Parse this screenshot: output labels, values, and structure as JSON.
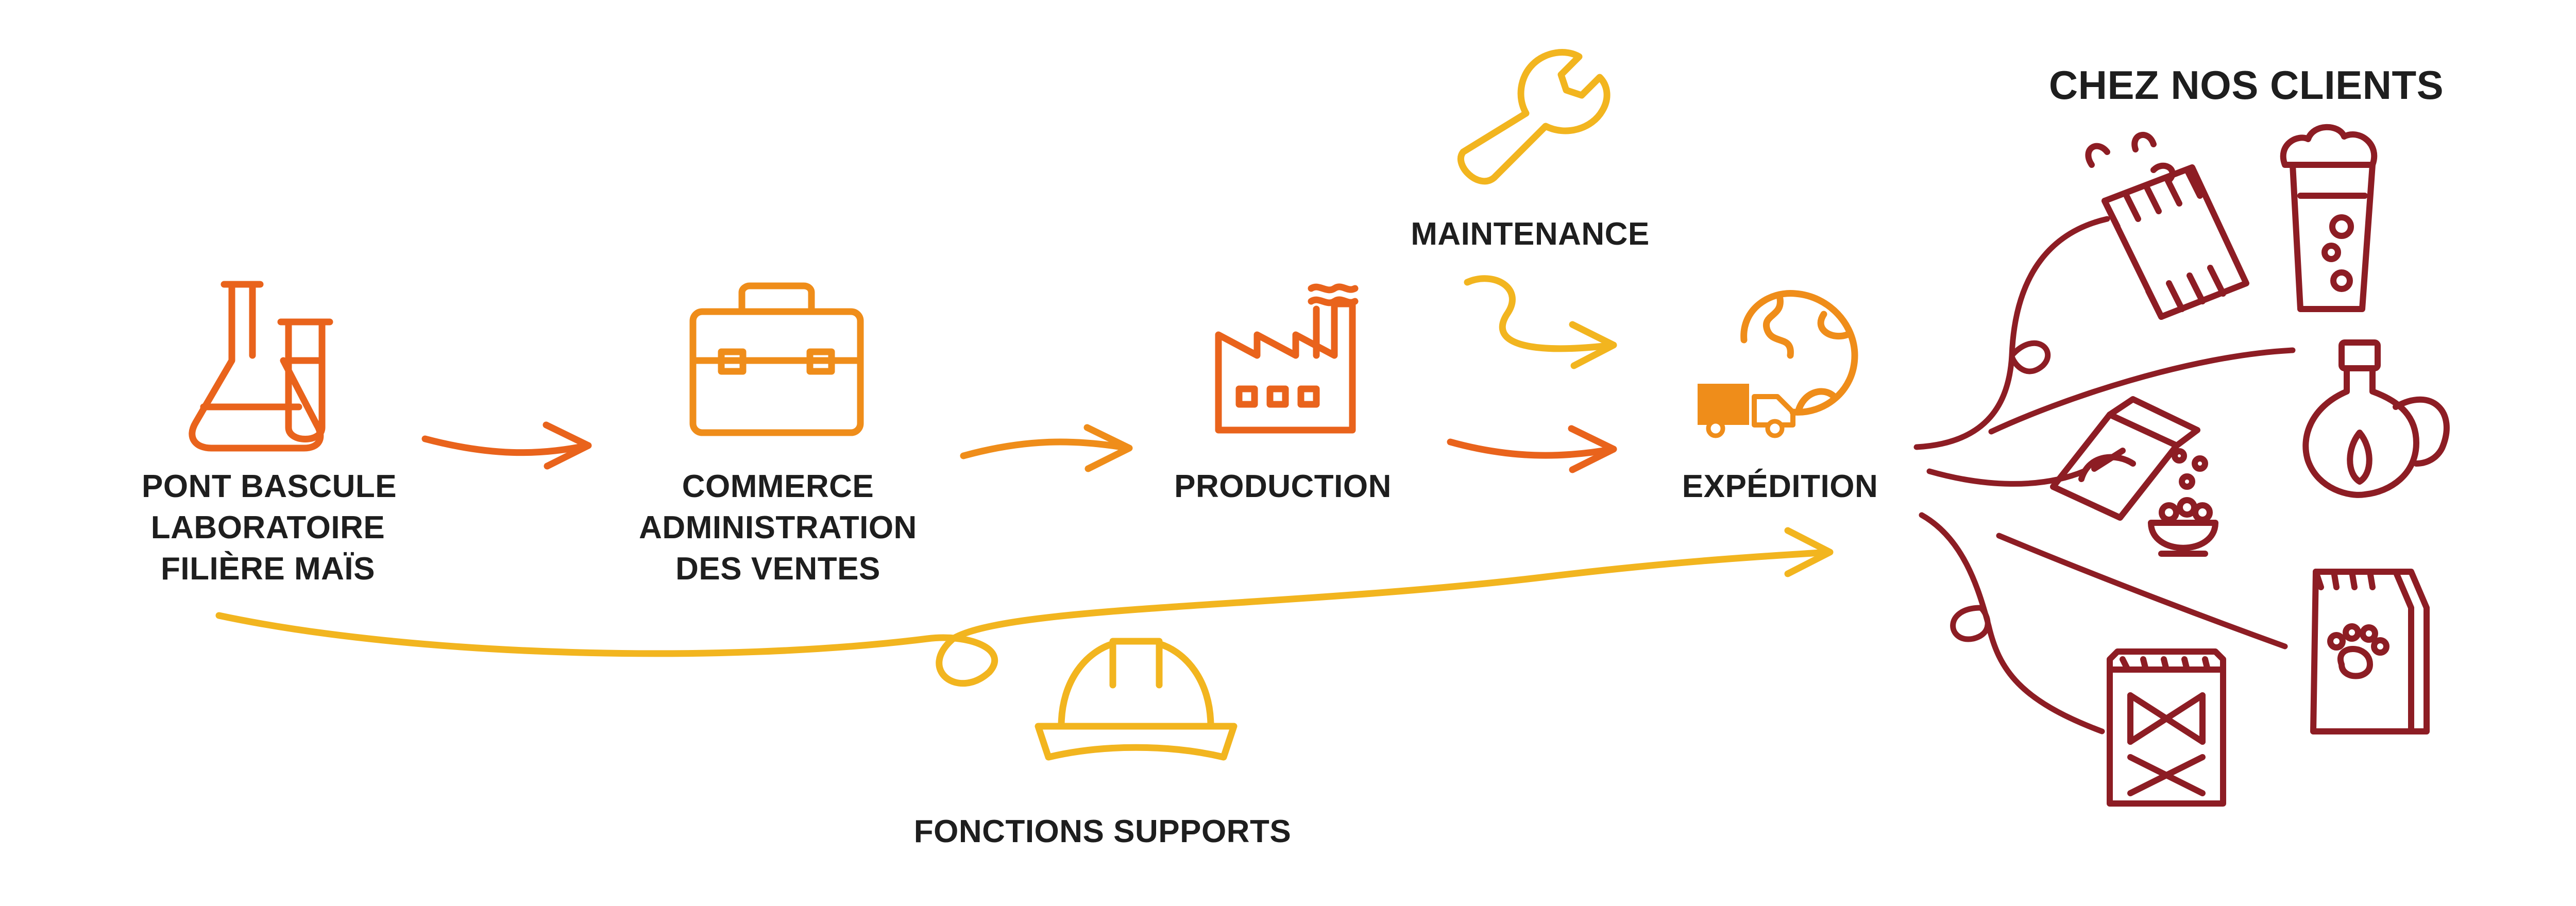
{
  "colors": {
    "orange_dark": "#e9631c",
    "orange": "#ef8d1a",
    "yellow": "#f2b51f",
    "maroon": "#8d1d24",
    "text": "#1e1e1e"
  },
  "steps": [
    {
      "id": "pont",
      "lines": [
        "PONT BASCULE",
        "LABORATOIRE",
        "FILIÈRE MAÏS"
      ],
      "icon": "lab-flasks-icon"
    },
    {
      "id": "commerce",
      "lines": [
        "COMMERCE",
        "ADMINISTRATION",
        "DES VENTES"
      ],
      "icon": "briefcase-icon"
    },
    {
      "id": "production",
      "lines": [
        "PRODUCTION"
      ],
      "icon": "factory-icon"
    },
    {
      "id": "expedition",
      "lines": [
        "EXPÉDITION"
      ],
      "icon": "globe-truck-icon"
    }
  ],
  "maintenance": {
    "label": "MAINTENANCE",
    "icon": "wrench-icon"
  },
  "supports": {
    "label": "FONCTIONS SUPPORTS",
    "icon": "hard-hat-icon"
  },
  "clients": {
    "title": "CHEZ NOS CLIENTS",
    "icons": [
      "snack-bag-icon",
      "beer-glass-icon",
      "cereal-box-icon",
      "oil-bottle-icon",
      "pet-food-bag-icon",
      "pasta-bag-icon"
    ]
  }
}
